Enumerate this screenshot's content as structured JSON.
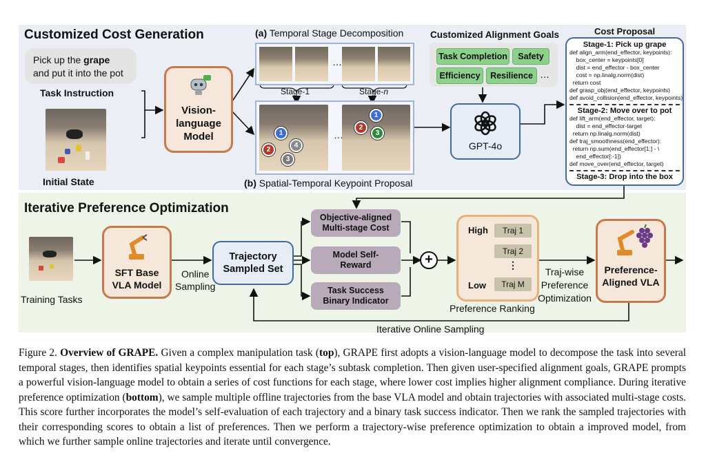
{
  "top": {
    "title": "Customized Cost Generation",
    "instruction_pre": "Pick up the ",
    "instruction_bold": "grape",
    "instruction_post": "and put it into the pot",
    "task_instruction_label": "Task Instruction",
    "initial_state_label": "Initial State",
    "vlm_label": "Vision-\nlanguage\nModel",
    "temporal_label_prefix": "(a)",
    "temporal_label": " Temporal Stage Decomposition",
    "spatial_label_prefix": "(b)",
    "spatial_label": " Spatial-Temporal Keypoint Proposal",
    "stage1": "Stage-1",
    "stagen": "Stage-",
    "stagen_var": "n",
    "ellipsis": "…",
    "goals_title": "Customized Alignment Goals",
    "goals": [
      "Task Completion",
      "Safety",
      "Efficiency",
      "Resilience"
    ],
    "goals_more": "…",
    "gpt_label": "GPT-4o",
    "cost_title": "Cost Proposal",
    "stage1_title": "Stage-1: Pick up grape",
    "stage1_code": "def align_arm(end_effector, keypoints):\n    box_center = keypoints[0]\n    dist = end_effector - box_center\n    cost = np.linalg.norm(dist)\n  return cost\ndef grasp_obj(end_effector, keypoints)\ndef avoid_collision(end_effector, keypoints)",
    "stage2_title": "Stage-2: Move over to pot",
    "stage2_code": "def lift_arm(end_effector, target):\n    dist = end_effector-target\n  return np.linalg.norm(dist)\ndef traj_smoothness(end_effector):\n  return np.sum(end_effector[1:] - \\\n    end_effector[:-1])\ndef move_over(end_effector, target)",
    "stage3_title": "Stage-3: Drop into the box",
    "keypoints": [
      "1",
      "2",
      "3",
      "4",
      "1",
      "2",
      "3"
    ]
  },
  "bottom": {
    "title": "Iterative Preference Optimization",
    "training_tasks": "Training Tasks",
    "sft_label": "SFT Base\nVLA Model",
    "online_sampling": "Online\nSampling",
    "traj_set": "Trajectory\nSampled Set",
    "cost1": "Objective-aligned\nMulti-stage Cost",
    "cost2": "Model Self-\nReward",
    "cost3": "Task Success\nBinary Indicator",
    "plus": "+",
    "high": "High",
    "low": "Low",
    "trajs": [
      "Traj 1",
      "Traj 2",
      "⋮",
      "Traj M"
    ],
    "pref_ranking": "Preference Ranking",
    "trajwise": "Traj-wise\nPreference\nOptimization",
    "aligned_vla": "Preference-\nAligned VLA",
    "iterative": "Iterative Online Sampling"
  },
  "caption": {
    "fig": "Figure 2. ",
    "bold": "Overview of GRAPE.",
    "t1": " Given a complex manipulation task (",
    "top": "top",
    "t2": "), GRAPE first adopts a vision-language model to decompose the task into several temporal stages, then identifies spatial keypoints essential for each stage’s subtask completion. Then given user-specified alignment goals, GRAPE prompts a powerful vision-language model to obtain a series of cost functions for each stage, where lower cost implies higher alignment compliance. During iterative preference optimization (",
    "bottom": "bottom",
    "t3": "), we sample multiple offline trajectories from the base VLA model and obtain trajectories with associated multi-stage costs. This score further incorporates the model’s self-evaluation of each trajectory and a binary task success indicator. Then we rank the sampled trajectories with their corresponding scores to obtain a list of preferences. Then we perform a trajectory-wise preference optimization to obtain a improved model, from which we further sample online trajectories and iterate until convergence."
  },
  "colors": {
    "top_bg": "#eceef6",
    "bottom_bg": "#eef4e8",
    "vlm_border": "#c5794c",
    "blue_border": "#3f6aa1",
    "goal_green": "#8cd08c",
    "purple": "#b9aab9"
  }
}
